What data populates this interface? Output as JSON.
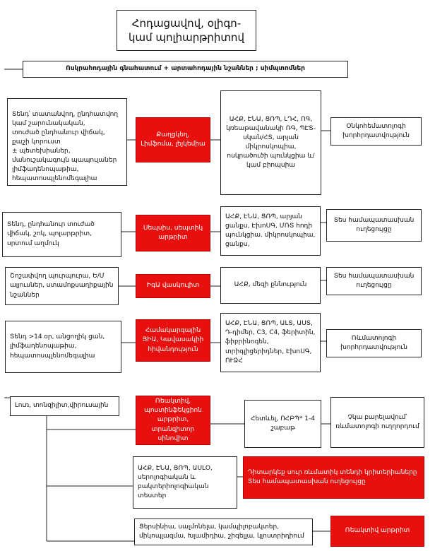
{
  "title": "Հոդացավով, օլիգո- կամ պոլիարթրիտով",
  "banner": "Ոսկրահոդային գնահատում + արտահոդային նշաններ ; սիմպտոմներ",
  "rows": [
    {
      "left": "Տենդ՝ տատանվող, ընդհատվող կամ շարունակական,\nտուժած ընդհանուր վիճակ,\nքաշի կորուստ\n± պետեխիաներ,\nմանուշակագույն պապուլաներ\nլիմֆադենոպաթիա,\nհեպատոսպլենոմեգալիա",
      "red": "Քաղցկեղ, Լիմֆոմա, լեյկեմիա",
      "tests": "ԱՀՔ, ԷՆԱ, ՑՌՊ, ԼԴՀ, ՈԳ, կռեաթավանակի ՌԳ, ՊԷՏ-սկան/ՀՏ, արյան միկրոսկոպիա, ոսկրածուծի պունկցիա և/կամ բիոպսիա",
      "result": "Օնկոհեմատոլոգի խորհրդատվություն"
    },
    {
      "left": "Տենդ, ընդհանուր տուժած վիճակ, շոկ, պոլարթրիտ, սրտում աղմուկ",
      "red": "Սեպսիս, սեպտիկ արթրիտ",
      "tests": "ԱՀՔ, ԷՆԱ, ՑՌՊ, արյան ցանքս, ԷխոՍԳ, ՄՌՏ հոդի պունկցիա. միկրոսկոպիա, ցանքս,",
      "result": "Տես համապատասխան ուղեցույցը"
    },
    {
      "left": "Շոշափվող պուրպուրա, Ե/Մ ալյուսներ, ստամոքսաղիքային նշաններ",
      "red": "ԻգԱ վասկուլիտ",
      "tests": "ԱՀՔ, մեզի քննություն",
      "result": "Տես համապատասխան ուղեցույցը"
    },
    {
      "left": "Տենդ >14 օր, անցողիկ ցան, լիմֆադենոպաթիա, հեպատոսպլենոմեգալիա",
      "red": "Համակարգային ՅԻԱ, Կավասակիի հիվանդություն",
      "tests": "ԱՀՔ, ԷՆԱ, ՑՌՊ, ԱԼՏ, ԱՍՏ, Դ-դիմեր, C3, C4, ֆերիտին, ֆիբրինոգեն, տրիգլիցերիդներ, ԷխոՍԳ, ՈՒՁՀ",
      "result": "Ռևմատոլոգի խորհրդատվություն"
    }
  ],
  "bottom": {
    "left": "Լուռ, տոնզիլիտ,վիրուսային",
    "red1": "Ռեակտիվ, պոստինֆեկցիոն արթրիտ, տրանզիտոր սինովիտ",
    "follow": "Հետևել, ՈՀԲՊ* 1-4 շաբաթ",
    "noimprove": "Չկա բարելավում՝ ռևմատոլոգի ուղղորդում",
    "tests2": "ԱՀՔ, ԷՆԱ, ՑՌՊ, ԱՍԼՕ, սերոլոգիական և բակտերիոլոգիական տեստեր",
    "red2": "Դիտարկեք սուր ռևմատիկ տենդի կրիտերիաները\nՏես համապատասխան ուղեցույցը",
    "pathogens": "Ցերսինիա, սալմոնելա, կամպիլոբակտեր, միկոպլազմա, Խլամիդիա, շիգելլա, կլոստրիդիում",
    "red3": "Ռեակտիվ արթրիտ"
  },
  "colors": {
    "red": "#e8100f",
    "line": "#222222"
  }
}
